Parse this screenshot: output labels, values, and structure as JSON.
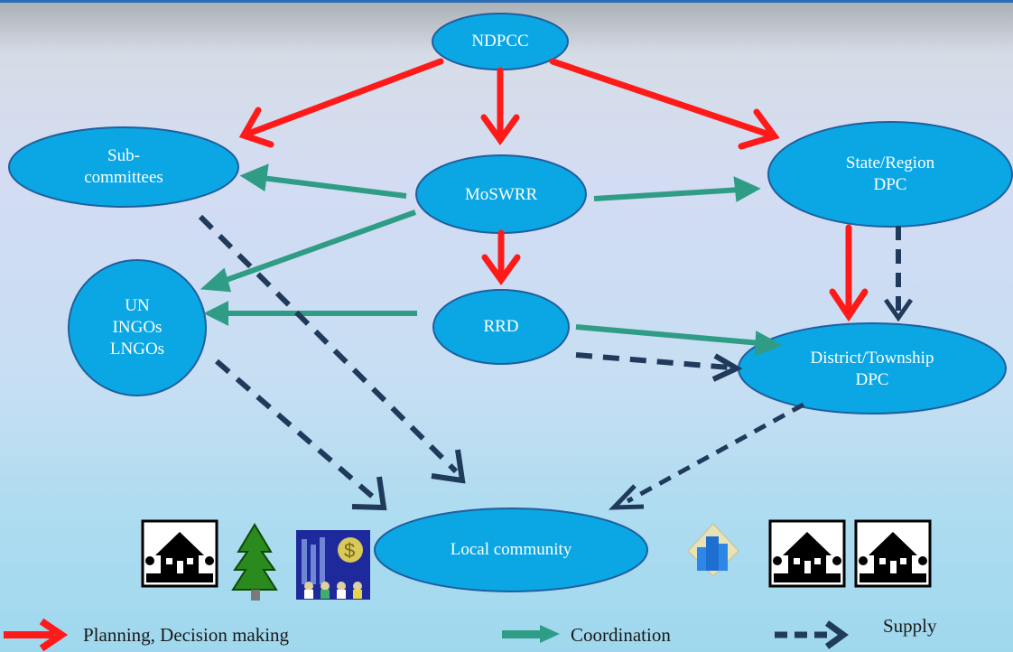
{
  "nodes": {
    "ndpcc": "NDPCC",
    "subcommittees": "Sub-\ncommittees",
    "moswrr": "MoSWRR",
    "state_region": "State/Region\nDPC",
    "un_ngos": "UN\nINGOs\nLNGOs",
    "rrd": "RRD",
    "district_township": "District/Township\nDPC",
    "local_community": "Local community"
  },
  "legend": {
    "planning": "Planning, Decision making",
    "coordination": "Coordination",
    "supply": "Supply"
  },
  "colors": {
    "planning": "#ff1a1a",
    "coordination": "#2f9c86",
    "supply": "#1f3a5a",
    "node_fill": "#0aa7e4",
    "node_stroke": "#1f5f9e"
  },
  "icons": [
    "house-icon",
    "pine-tree-icon",
    "people-money-icon",
    "city-building-icon",
    "house-icon",
    "house-icon"
  ]
}
